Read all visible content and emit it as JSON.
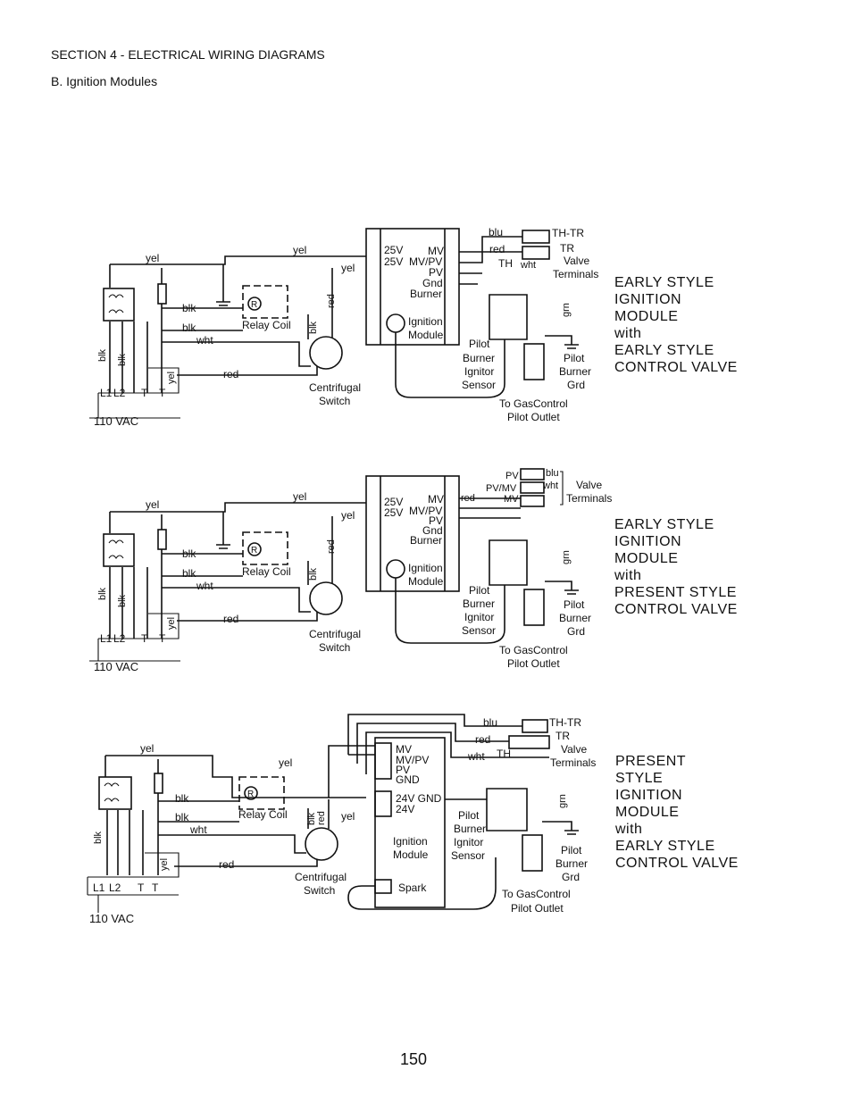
{
  "header": {
    "section_title": "SECTION 4 - ELECTRICAL WIRING DIAGRAMS",
    "subsection": "B.    Ignition Modules"
  },
  "page_number": "150",
  "labels": {
    "yel": "yel",
    "blk": "blk",
    "wht": "wht",
    "red": "red",
    "blu": "blu",
    "grn": "grn",
    "relay_coil": "Relay Coil",
    "centrifugal": "Centrifugal",
    "switch": "Switch",
    "vac": "110 VAC",
    "l1": "L1",
    "l2": "L2",
    "t": "T",
    "v25": "25V",
    "mv": "MV",
    "mvpv": "MV/PV",
    "pvmv": "PV/MV",
    "pv": "PV",
    "gnd_mixed": "Gnd",
    "gnd_caps": "GND",
    "burner": "Burner",
    "ignition": "Ignition",
    "module": "Module",
    "pilot": "Pilot",
    "pilot_burner": "Burner",
    "ignitor": "Ignitor",
    "sensor": "Sensor",
    "pilot_r": "Pilot",
    "burner_r": "Burner",
    "grd": "Grd",
    "to_gas": "To GasControl",
    "pilot_outlet": "Pilot Outlet",
    "thtr": "TH-TR",
    "tr": "TR",
    "th": "TH",
    "valve": "Valve",
    "terminals": "Terminals",
    "v24gnd": "24V GND",
    "v24": "24V",
    "spark": "Spark"
  },
  "diagrams": [
    {
      "title": [
        "EARLY STYLE",
        "IGNITION",
        "MODULE",
        "with",
        "EARLY STYLE",
        "CONTROL VALVE"
      ]
    },
    {
      "title": [
        "EARLY STYLE",
        "IGNITION",
        "MODULE",
        "with",
        "PRESENT STYLE",
        "CONTROL VALVE"
      ]
    },
    {
      "title": [
        "PRESENT",
        "STYLE",
        "IGNITION",
        "MODULE",
        "with",
        "EARLY STYLE",
        "CONTROL VALVE"
      ]
    }
  ]
}
